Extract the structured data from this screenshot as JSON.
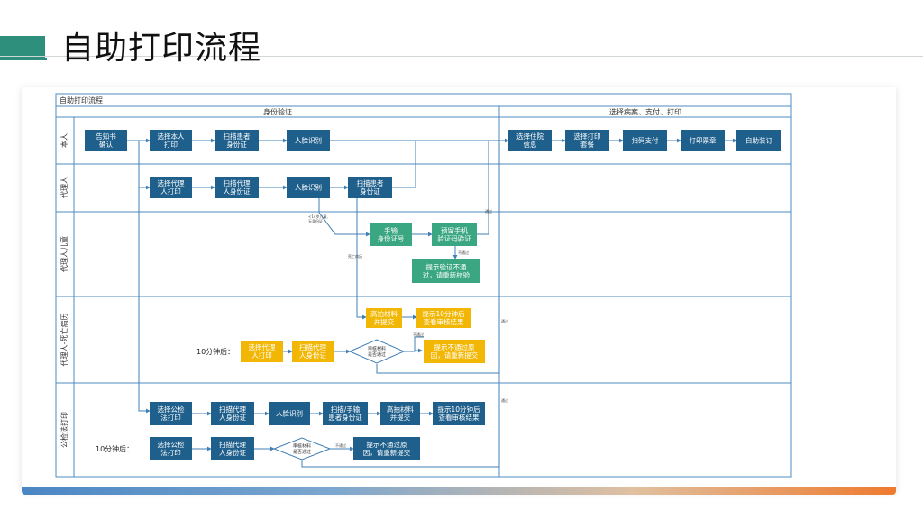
{
  "page": {
    "title": "自助打印流程"
  },
  "diagram": {
    "title": "自助打印流程",
    "col_identity": "身份验证",
    "col_print": "选择病案、支付、打印",
    "lanes": [
      "本人",
      "代理人",
      "代理人儿童",
      "代理人-死亡病历",
      "公检法打印"
    ],
    "nodes": {
      "n1": "告知书\n确认",
      "n2": "选择本人\n打印",
      "n3": "扫描患者\n身份证",
      "n4": "人脸识别",
      "p1": "选择住院\n信息",
      "p2": "选择打印\n套餐",
      "p3": "扫码支付",
      "p4": "打印票章",
      "p5": "自助装订",
      "a1": "选择代理\n人打印",
      "a2": "扫描代理\n人身份证",
      "a3": "人脸识别",
      "a4": "扫描患者\n身份证",
      "c1": "手输\n身份证号",
      "c2": "预留手机\n验证码验证",
      "c3": "提示验证不通\n过，请重新校验",
      "d1": "高拍材料\n并提交",
      "d2": "提示10分钟后\n查看审核结果",
      "d3": "选择代理\n人打印",
      "d4": "扫描代理\n人身份证",
      "d5": "审核材料\n是否通过",
      "d6": "提示不通过原\n因，请重新提交",
      "g1": "选择公检\n法打印",
      "g2": "扫描代理\n人身份证",
      "g3": "人脸识别",
      "g4": "扫描/手输\n患者身份证",
      "g5": "高拍材料\n并提交",
      "g6": "提示10分钟后\n查看审核结果",
      "g7": "选择公检\n法打印",
      "g8": "扫描代理\n人身份证",
      "g9": "审核材料\n是否通过",
      "g10": "提示不通过原\n因，请重新提交"
    },
    "labels": {
      "ten_min_d": "10分钟后：",
      "ten_min_g": "10分钟后：",
      "child_note": "<14岁儿童,\n无身份证",
      "death_note": "死亡病历",
      "pass": "通过",
      "fail": "不通过"
    },
    "colors": {
      "blue": "#1f5f8b",
      "green": "#3aa682",
      "yellow": "#f2b705",
      "line": "#3f7fb5"
    }
  }
}
